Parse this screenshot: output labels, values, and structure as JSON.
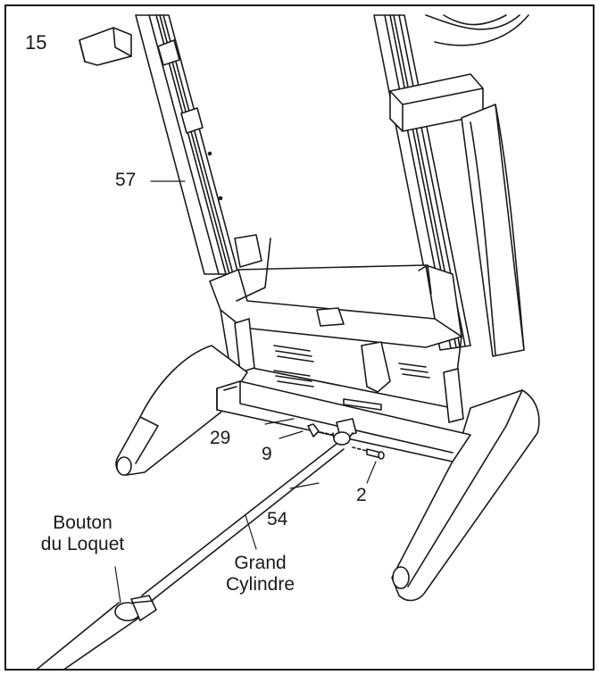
{
  "figure": {
    "step_number": "15",
    "callouts": {
      "upright": "57",
      "base_tube": "29",
      "nut": "9",
      "pin": "2",
      "rod": "54"
    },
    "latch_button": {
      "line1": "Bouton",
      "line2": "du Loquet"
    },
    "large_cylinder": {
      "line1": "Grand",
      "line2": "Cylindre"
    }
  },
  "colors": {
    "line": "#1a1a1a",
    "fill": "#ffffff"
  }
}
